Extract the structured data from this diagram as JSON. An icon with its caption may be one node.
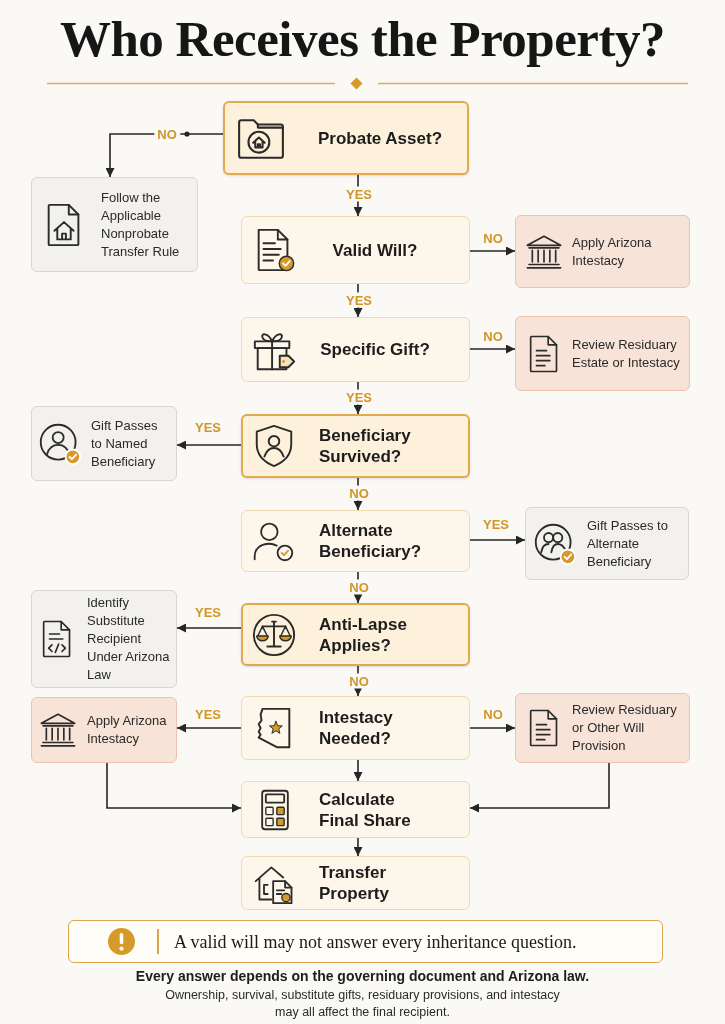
{
  "diagram": {
    "title": "Who Receives the Property?",
    "nodes": [
      {
        "text": [
          "Probate Asset?"
        ]
      },
      {
        "text": [
          "Follow the Applicable Nonprobate Transfer Rule"
        ]
      },
      {
        "text": [
          "Valid Will?"
        ]
      },
      {
        "text": [
          "Apply Arizona Intestacy"
        ]
      },
      {
        "text": [
          "Specific Gift?"
        ]
      },
      {
        "text": [
          "Review Residuary Estate or Intestacy"
        ]
      },
      {
        "text": [
          "Gift Passes to Named Beneficiary"
        ]
      },
      {
        "text": [
          "Beneficiary Survived?"
        ]
      },
      {
        "text": [
          "Alternate Beneficiary?"
        ]
      },
      {
        "text": [
          "Gift Passes to Alternate Beneficiary"
        ]
      },
      {
        "text": [
          "Identify Substitute Recipient Under Arizona Law"
        ]
      },
      {
        "text": [
          "Anti-Lapse Applies?"
        ]
      },
      {
        "text": [
          "Apply Arizona Intestacy"
        ]
      },
      {
        "text": [
          "Intestacy Needed?"
        ]
      },
      {
        "text": [
          "Review Residuary or Other Will Provision"
        ]
      },
      {
        "text": [
          "Calculate Final Share"
        ]
      },
      {
        "text": [
          "Transfer Property"
        ]
      },
      {
        "text": [
          "A valid will may not answer every inheritance question."
        ]
      }
    ],
    "edges": [
      {
        "from": 0,
        "to": 1,
        "arrow": "to",
        "label": "NO"
      },
      {
        "from": 0,
        "to": 2,
        "arrow": "to",
        "label": "YES"
      },
      {
        "from": 2,
        "to": 3,
        "arrow": "to",
        "label": "NO"
      },
      {
        "from": 2,
        "to": 4,
        "arrow": "to",
        "label": "YES"
      },
      {
        "from": 4,
        "to": 5,
        "arrow": "to",
        "label": "NO"
      },
      {
        "from": 4,
        "to": 7,
        "arrow": "to",
        "label": "YES"
      },
      {
        "from": 7,
        "to": 6,
        "arrow": "to",
        "label": "YES"
      },
      {
        "from": 7,
        "to": 8,
        "arrow": "to",
        "label": "NO"
      },
      {
        "from": 8,
        "to": 9,
        "arrow": "to",
        "label": "YES"
      },
      {
        "from": 8,
        "to": 11,
        "arrow": "to",
        "label": "NO"
      },
      {
        "from": 11,
        "to": 10,
        "arrow": "to",
        "label": "YES"
      },
      {
        "from": 11,
        "to": 13,
        "arrow": "to",
        "label": "NO"
      },
      {
        "from": 13,
        "to": 12,
        "arrow": "to",
        "label": "YES"
      },
      {
        "from": 13,
        "to": 14,
        "arrow": "to",
        "label": "NO"
      },
      {
        "from": 13,
        "to": 15,
        "arrow": "to"
      },
      {
        "from": 12,
        "to": 15,
        "arrow": "to"
      },
      {
        "from": 14,
        "to": 15,
        "arrow": "to"
      },
      {
        "from": 15,
        "to": 16,
        "arrow": "to"
      }
    ],
    "labels": [
      "Every answer depends on the governing document and Arizona law.",
      "Ownership, survival, substitute gifts, residuary provisions, and intestacy may all affect the final recipient."
    ]
  }
}
